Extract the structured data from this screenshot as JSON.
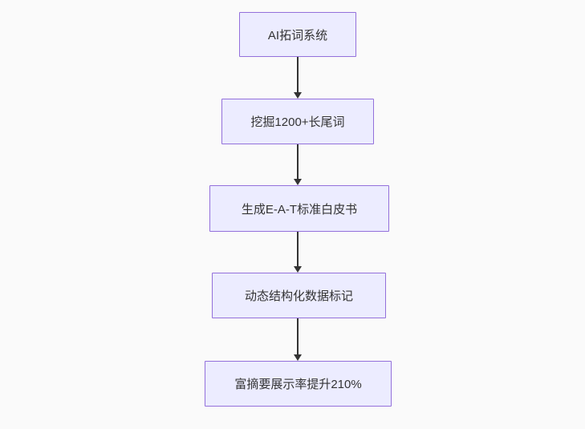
{
  "diagram": {
    "type": "flowchart",
    "direction": "top-down",
    "nodes": [
      {
        "label": "AI拓词系统"
      },
      {
        "label": "挖掘1200+长尾词"
      },
      {
        "label": "生成E-A-T标准白皮书"
      },
      {
        "label": "动态结构化数据标记"
      },
      {
        "label": "富摘要展示率提升210%"
      }
    ],
    "edges": [
      {
        "from": "AI拓词系统",
        "to": "挖掘1200+长尾词"
      },
      {
        "from": "挖掘1200+长尾词",
        "to": "生成E-A-T标准白皮书"
      },
      {
        "from": "生成E-A-T标准白皮书",
        "to": "动态结构化数据标记"
      },
      {
        "from": "动态结构化数据标记",
        "to": "富摘要展示率提升210%"
      }
    ]
  },
  "colors": {
    "background": "#fafafa",
    "node_fill": "#ececff",
    "node_border": "#9370db",
    "node_text": "#333333",
    "arrow": "#333333"
  }
}
